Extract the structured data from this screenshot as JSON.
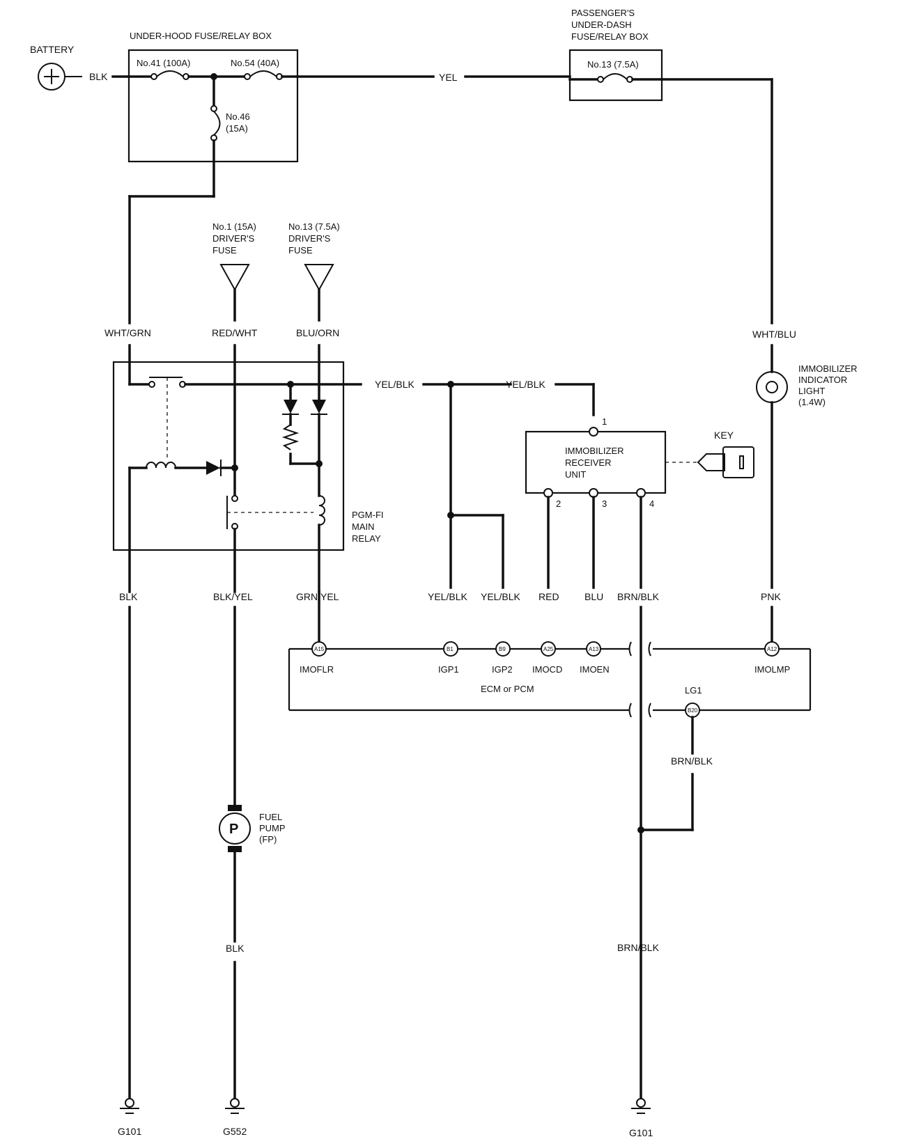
{
  "battery": {
    "label": "BATTERY",
    "wire": "BLK"
  },
  "underhood_box": {
    "title": "UNDER-HOOD FUSE/RELAY BOX",
    "fuse_41": "No.41 (100A)",
    "fuse_54": "No.54 (40A)",
    "fuse_46_line1": "No.46",
    "fuse_46_line2": "(15A)"
  },
  "main_wire": "YEL",
  "passenger_box": {
    "title_line1": "PASSENGER'S",
    "title_line2": "UNDER-DASH",
    "title_line3": "FUSE/RELAY BOX",
    "fuse_13": "No.13 (7.5A)"
  },
  "driver_fuse_1": {
    "line1": "No.1 (15A)",
    "line2": "DRIVER'S",
    "line3": "FUSE"
  },
  "driver_fuse_13": {
    "line1": "No.13 (7.5A)",
    "line2": "DRIVER'S",
    "line3": "FUSE"
  },
  "wires": {
    "wht_grn": "WHT/GRN",
    "red_wht": "RED/WHT",
    "blu_orn": "BLU/ORN",
    "wht_blu": "WHT/BLU",
    "yel_blk_1": "YEL/BLK",
    "yel_blk_2": "YEL/BLK",
    "blk_left": "BLK",
    "blk_yel": "BLK/YEL",
    "grn_yel": "GRN/YEL",
    "yel_blk_3": "YEL/BLK",
    "yel_blk_4": "YEL/BLK",
    "red": "RED",
    "blu": "BLU",
    "brn_blk_1": "BRN/BLK",
    "pnk": "PNK",
    "brn_blk_2": "BRN/BLK",
    "blk_fp": "BLK",
    "brn_blk_3": "BRN/BLK"
  },
  "indicator_light": {
    "line1": "IMMOBILIZER",
    "line2": "INDICATOR",
    "line3": "LIGHT",
    "line4": "(1.4W)"
  },
  "immobilizer_unit": {
    "line1": "IMMOBILIZER",
    "line2": "RECEIVER",
    "line3": "UNIT",
    "pin_1": "1",
    "pin_2": "2",
    "pin_3": "3",
    "pin_4": "4"
  },
  "key": {
    "label": "KEY"
  },
  "relay": {
    "line1": "PGM-FI",
    "line2": "MAIN",
    "line3": "RELAY"
  },
  "ecm": {
    "title": "ECM or PCM",
    "pins": {
      "a15": {
        "code": "A15",
        "name": "IMOFLR"
      },
      "b1": {
        "code": "B1",
        "name": "IGP1"
      },
      "b9": {
        "code": "B9",
        "name": "IGP2"
      },
      "a25": {
        "code": "A25",
        "name": "IMOCD"
      },
      "a13": {
        "code": "A13",
        "name": "IMOEN"
      },
      "a12": {
        "code": "A12",
        "name": "IMOLMP"
      },
      "b20": {
        "code": "B20",
        "name": "LG1"
      }
    }
  },
  "fuel_pump": {
    "symbol": "P",
    "line1": "FUEL",
    "line2": "PUMP",
    "line3": "(FP)"
  },
  "grounds": {
    "g101_left": "G101",
    "g552": "G552",
    "g101_right": "G101"
  }
}
